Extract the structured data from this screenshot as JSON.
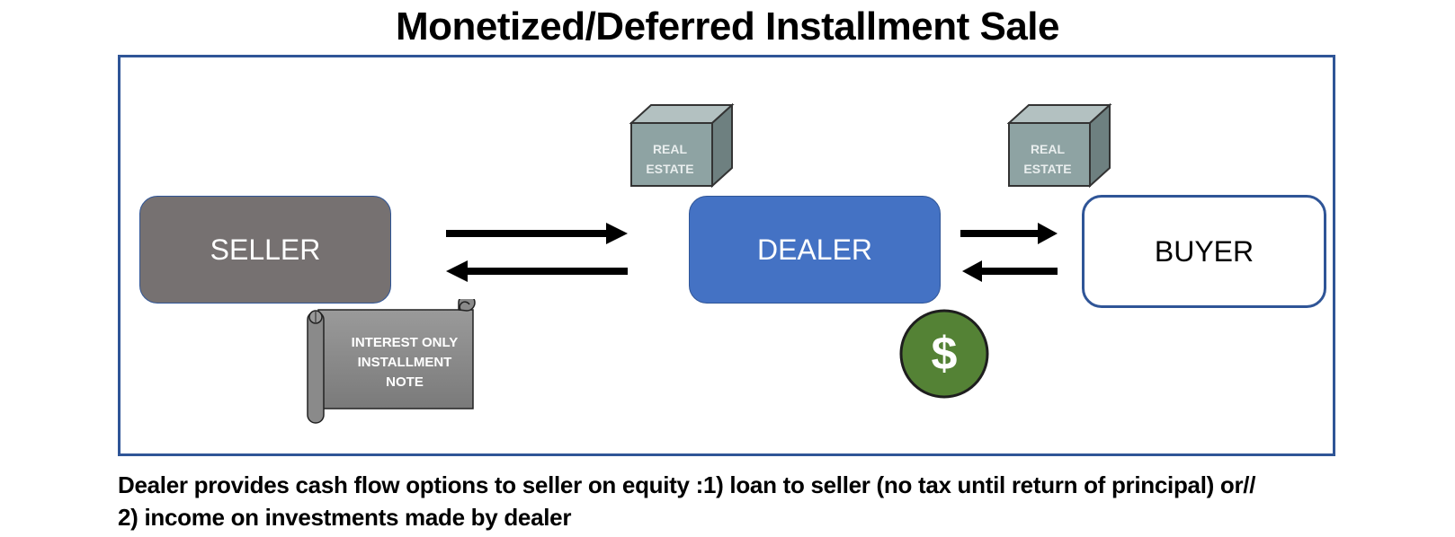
{
  "title": "Monetized/Deferred Installment Sale",
  "nodes": {
    "seller": "SELLER",
    "dealer": "DEALER",
    "buyer": "BUYER"
  },
  "assets": {
    "real_estate_dealer": {
      "line1": "REAL",
      "line2": "ESTATE"
    },
    "real_estate_buyer": {
      "line1": "REAL",
      "line2": "ESTATE"
    },
    "note": {
      "line1": "INTEREST ONLY",
      "line2": "INSTALLMENT",
      "line3": "NOTE"
    },
    "cash_symbol": "$"
  },
  "colors": {
    "frame": "#2f5597",
    "seller_fill": "#767171",
    "dealer_fill": "#4472c4",
    "cube_fill": "#8ea3a3",
    "coin_fill": "#548235",
    "note_fill": "#8c8c8c"
  },
  "caption": {
    "line1": "Dealer provides cash flow options to seller on equity :1) loan to seller (no tax until return of principal) or//",
    "line2": "2) income on investments made by dealer"
  }
}
